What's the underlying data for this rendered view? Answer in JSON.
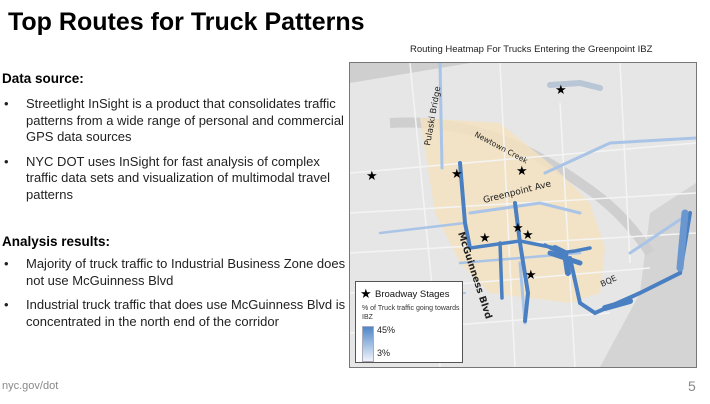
{
  "slide": {
    "title": "Top Routes for Truck Patterns",
    "data_source_heading": "Data source:",
    "data_source_bullets": [
      "Streetlight InSight is a product that consolidates traffic patterns from a wide range of personal and commercial GPS data sources",
      "NYC DOT uses InSight for fast analysis of complex traffic data sets and visualization of multimodal travel patterns"
    ],
    "analysis_heading": "Analysis results:",
    "analysis_bullets": [
      "Majority of truck traffic to Industrial Business Zone does not use McGuinness Blvd",
      "Industrial truck traffic that does use McGuinness Blvd is concentrated in the north end of the corridor"
    ],
    "footer_url": "nyc.gov/dot",
    "page_number": "5"
  },
  "map": {
    "caption": "Routing Heatmap For Trucks Entering the Greenpoint IBZ",
    "labels": {
      "pulaski": "Pulaski Bridge",
      "newtown": "Newtown Creek",
      "greenpoint": "Greenpoint Ave",
      "mcguinness": "McGuinness Blvd",
      "bqe": "BQE"
    },
    "legend": {
      "star_label": "Broadway Stages",
      "subtitle": "% of Truck traffic going towards IBZ",
      "max": "45%",
      "min": "3%"
    },
    "colors": {
      "route_dark": "#4a7fc1",
      "route_light": "#a9c4e6",
      "ibz_zone": "#f3e2c0",
      "land": "#e6e6e6",
      "water": "#cfcfcf"
    }
  }
}
